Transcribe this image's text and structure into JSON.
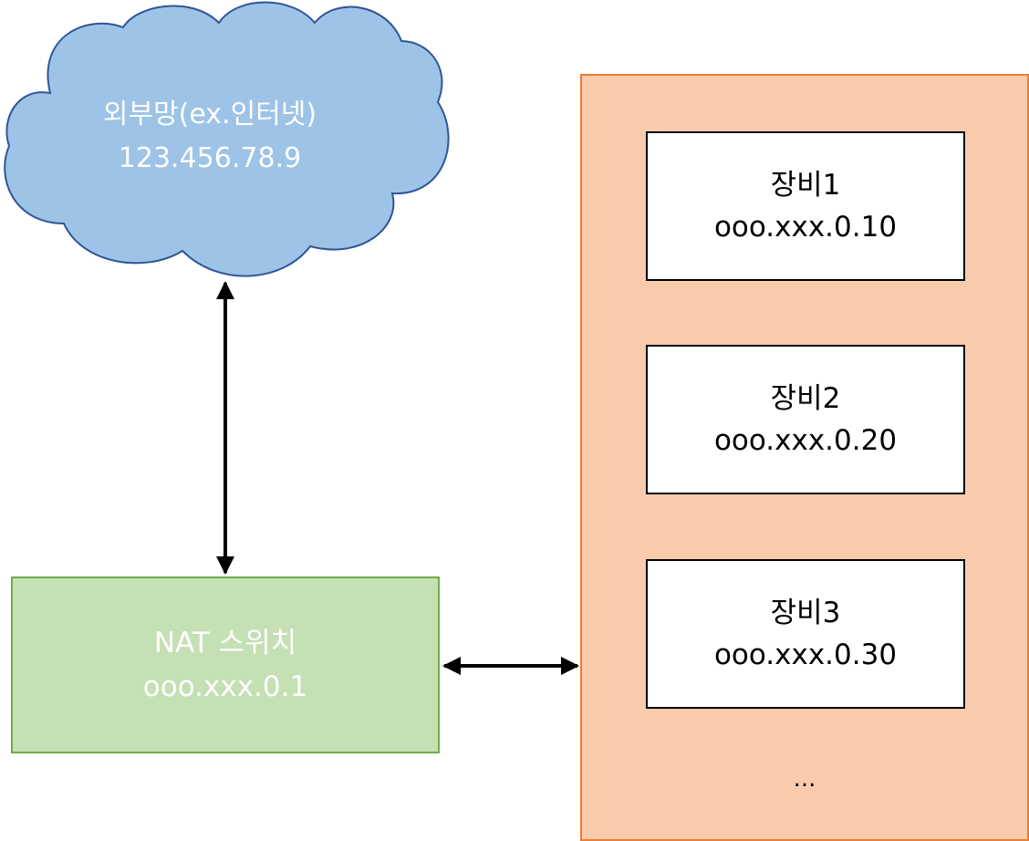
{
  "cloud": {
    "line1": "외부망(ex.인터넷)",
    "line2": "123.456.78.9",
    "fill": "#9dc3e6",
    "stroke": "#2f5597"
  },
  "nat": {
    "line1": "NAT 스위치",
    "line2": "ooo.xxx.0.1",
    "fill": "#c5e0b4",
    "stroke": "#70ad47"
  },
  "network": {
    "fill": "#f8cbad",
    "stroke": "#ed7d31",
    "devices": [
      {
        "name": "장비1",
        "ip": "ooo.xxx.0.10"
      },
      {
        "name": "장비2",
        "ip": "ooo.xxx.0.20"
      },
      {
        "name": "장비3",
        "ip": "ooo.xxx.0.30"
      }
    ],
    "more": "..."
  }
}
